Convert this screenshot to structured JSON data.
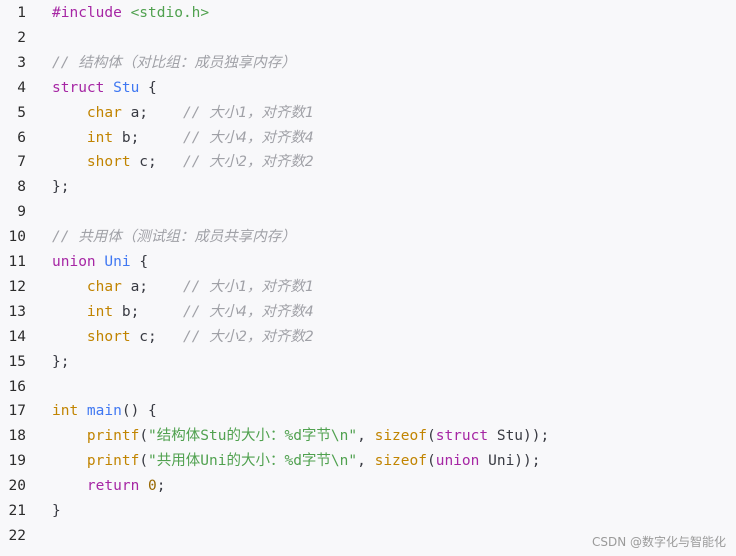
{
  "watermark": "CSDN @数字化与智能化",
  "lines": [
    {
      "n": "1",
      "tokens": [
        [
          "pp",
          "#include "
        ],
        [
          "str",
          "<stdio.h>"
        ]
      ]
    },
    {
      "n": "2",
      "tokens": []
    },
    {
      "n": "3",
      "tokens": [
        [
          "cm",
          "// 结构体（对比组：成员独享内存）"
        ]
      ]
    },
    {
      "n": "4",
      "tokens": [
        [
          "kw",
          "struct "
        ],
        [
          "nm",
          "Stu"
        ],
        [
          "pl",
          " {"
        ]
      ]
    },
    {
      "n": "5",
      "tokens": [
        [
          "pl",
          "    "
        ],
        [
          "ty",
          "char"
        ],
        [
          "pl",
          " a;    "
        ],
        [
          "cm",
          "// 大小1，对齐数1"
        ]
      ]
    },
    {
      "n": "6",
      "tokens": [
        [
          "pl",
          "    "
        ],
        [
          "ty",
          "int"
        ],
        [
          "pl",
          " b;     "
        ],
        [
          "cm",
          "// 大小4，对齐数4"
        ]
      ]
    },
    {
      "n": "7",
      "tokens": [
        [
          "pl",
          "    "
        ],
        [
          "ty",
          "short"
        ],
        [
          "pl",
          " c;   "
        ],
        [
          "cm",
          "// 大小2，对齐数2"
        ]
      ]
    },
    {
      "n": "8",
      "tokens": [
        [
          "pl",
          "};"
        ]
      ]
    },
    {
      "n": "9",
      "tokens": []
    },
    {
      "n": "10",
      "tokens": [
        [
          "cm",
          "// 共用体（测试组：成员共享内存）"
        ]
      ]
    },
    {
      "n": "11",
      "tokens": [
        [
          "kw",
          "union "
        ],
        [
          "nm",
          "Uni"
        ],
        [
          "pl",
          " {"
        ]
      ]
    },
    {
      "n": "12",
      "tokens": [
        [
          "pl",
          "    "
        ],
        [
          "ty",
          "char"
        ],
        [
          "pl",
          " a;    "
        ],
        [
          "cm",
          "// 大小1，对齐数1"
        ]
      ]
    },
    {
      "n": "13",
      "tokens": [
        [
          "pl",
          "    "
        ],
        [
          "ty",
          "int"
        ],
        [
          "pl",
          " b;     "
        ],
        [
          "cm",
          "// 大小4，对齐数4"
        ]
      ]
    },
    {
      "n": "14",
      "tokens": [
        [
          "pl",
          "    "
        ],
        [
          "ty",
          "short"
        ],
        [
          "pl",
          " c;   "
        ],
        [
          "cm",
          "// 大小2，对齐数2"
        ]
      ]
    },
    {
      "n": "15",
      "tokens": [
        [
          "pl",
          "};"
        ]
      ]
    },
    {
      "n": "16",
      "tokens": []
    },
    {
      "n": "17",
      "tokens": [
        [
          "ty",
          "int "
        ],
        [
          "nm",
          "main"
        ],
        [
          "pl",
          "() {"
        ]
      ]
    },
    {
      "n": "18",
      "tokens": [
        [
          "pl",
          "    "
        ],
        [
          "ty",
          "printf"
        ],
        [
          "pl",
          "("
        ],
        [
          "str",
          "\"结构体Stu的大小：%d字节\\n\""
        ],
        [
          "pl",
          ", "
        ],
        [
          "ty",
          "sizeof"
        ],
        [
          "pl",
          "("
        ],
        [
          "kw",
          "struct"
        ],
        [
          "pl",
          " Stu));"
        ]
      ]
    },
    {
      "n": "19",
      "tokens": [
        [
          "pl",
          "    "
        ],
        [
          "ty",
          "printf"
        ],
        [
          "pl",
          "("
        ],
        [
          "str",
          "\"共用体Uni的大小：%d字节\\n\""
        ],
        [
          "pl",
          ", "
        ],
        [
          "ty",
          "sizeof"
        ],
        [
          "pl",
          "("
        ],
        [
          "kw",
          "union"
        ],
        [
          "pl",
          " Uni));"
        ]
      ]
    },
    {
      "n": "20",
      "tokens": [
        [
          "pl",
          "    "
        ],
        [
          "kw",
          "return "
        ],
        [
          "num",
          "0"
        ],
        [
          "pl",
          ";"
        ]
      ]
    },
    {
      "n": "21",
      "tokens": [
        [
          "pl",
          "}"
        ]
      ]
    },
    {
      "n": "22",
      "tokens": []
    }
  ]
}
